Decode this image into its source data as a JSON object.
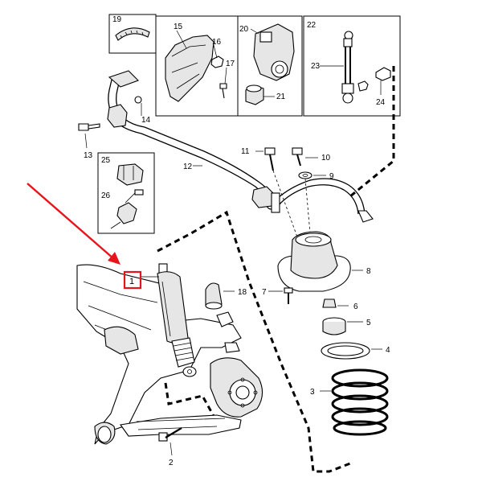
{
  "callouts": {
    "c1": "1",
    "c2": "2",
    "c3": "3",
    "c4": "4",
    "c5": "5",
    "c6": "6",
    "c7": "7",
    "c8": "8",
    "c9": "9",
    "c10": "10",
    "c11": "11",
    "c12": "12",
    "c13": "13",
    "c14": "14",
    "c15": "15",
    "c16": "16",
    "c17": "17",
    "c18": "18",
    "c19": "19",
    "c20": "20",
    "c21": "21",
    "c22": "22",
    "c23": "23",
    "c24": "24",
    "c25": "25",
    "c26": "26"
  },
  "colors": {
    "highlight": "#e8141b",
    "ink": "#000000",
    "shade": "#e6e6e6"
  }
}
